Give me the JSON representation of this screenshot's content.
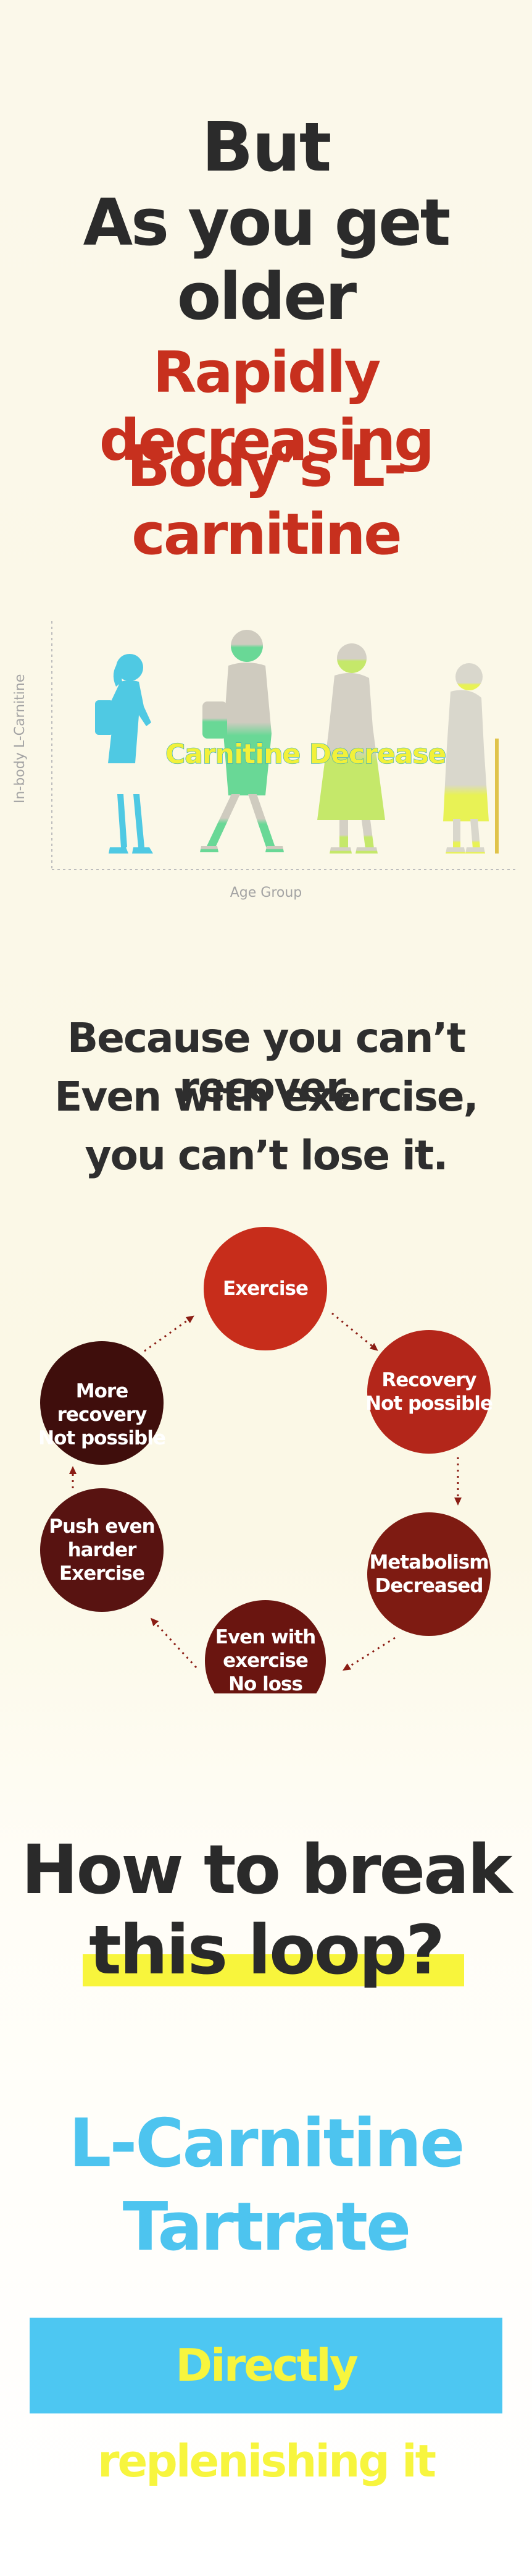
{
  "header": {
    "line1": "But",
    "line2": "As you get older"
  },
  "subheader": {
    "line1": "Rapidly decreasing",
    "line2": "Body’s L-carnitine"
  },
  "chart": {
    "ylabel": "In-body L-Carnitine",
    "xlabel": "Age Group",
    "overlay_text": "Carnitine Decrease",
    "colors": {
      "young": "#4fc9e3",
      "mid": "#69d896",
      "older": "#c5e86a",
      "elder": "#d7d5c6"
    }
  },
  "question": {
    "line1": "Because you can’t recover,",
    "line2": "Even with exercise,",
    "line3": "you can’t lose it."
  },
  "cycle": {
    "nodes": [
      {
        "line1": "Exercise",
        "line2": "",
        "line3": ""
      },
      {
        "line1": "Recovery",
        "line2": "Not possible",
        "line3": ""
      },
      {
        "line1": "Metabolism",
        "line2": "Decreased",
        "line3": ""
      },
      {
        "line1": "Even with",
        "line2": "exercise",
        "line3": "No loss"
      },
      {
        "line1": "Push even",
        "line2": "harder",
        "line3": "Exercise"
      },
      {
        "line1": "More recovery",
        "line2": "Not possible",
        "line3": ""
      }
    ],
    "colors": [
      "#c72d1b",
      "#b3261a",
      "#7e1b12",
      "#6a1510",
      "#581311",
      "#3f0e0c"
    ]
  },
  "loop": {
    "line1": "How to break",
    "line2": "this loop?",
    "highlight_color": "#f8f53c"
  },
  "solution": {
    "line1": "L-Carnitine",
    "line2": "Tartrate",
    "color": "#4dc4ef"
  },
  "banner": {
    "text": "Directly replenishing it",
    "bg_color": "#4dc7f2",
    "text_color": "#f7f53e"
  }
}
